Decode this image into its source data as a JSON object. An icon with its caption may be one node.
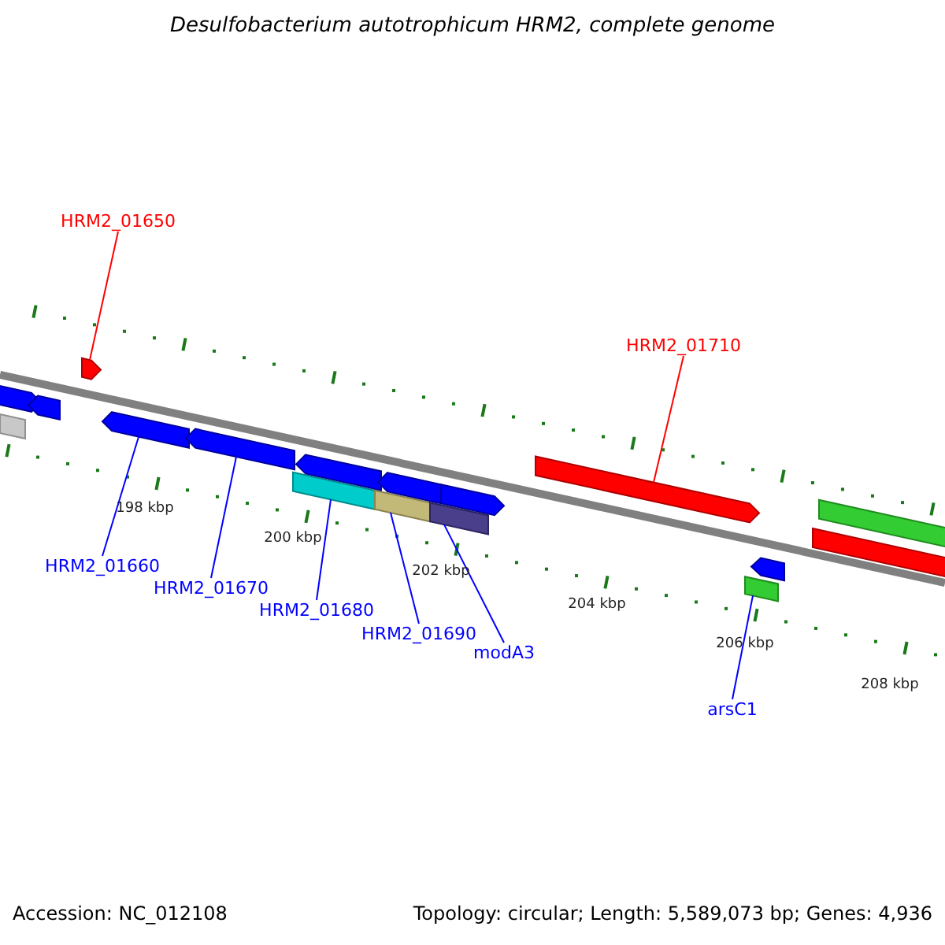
{
  "diagram": {
    "title": "Desulfobacterium autotrophicum HRM2, complete genome",
    "nodes": [
      {
        "text": [
          "HRM2_01650"
        ]
      },
      {
        "text": [],
        "shape": "bar"
      },
      {
        "text": [
          "HRM2_01710"
        ]
      },
      {
        "text": [],
        "shape": "bar"
      },
      {
        "text": [],
        "shape": "bar"
      },
      {
        "text": [],
        "shape": "bar"
      },
      {
        "text": [],
        "shape": "bar"
      },
      {
        "text": [],
        "shape": "bar"
      },
      {
        "text": [],
        "shape": "bar"
      },
      {
        "text": [],
        "shape": "bar"
      },
      {
        "text": [
          "HRM2_01660"
        ]
      },
      {
        "text": [
          "HRM2_01670"
        ]
      },
      {
        "text": [
          "HRM2_01680"
        ]
      },
      {
        "text": [
          "HRM2_01690"
        ]
      },
      {
        "text": [
          "modA3"
        ]
      },
      {
        "text": [
          "arsC1"
        ]
      },
      {
        "text": [],
        "shape": "bar"
      },
      {
        "text": [],
        "shape": "bar"
      },
      {
        "text": [],
        "shape": "bar"
      },
      {
        "text": [],
        "shape": "bar"
      },
      {
        "text": [],
        "shape": "bar"
      },
      {
        "text": [],
        "shape": "bar"
      },
      {
        "text": [],
        "shape": "bar"
      },
      {
        "text": [],
        "shape": "bar"
      },
      {
        "text": [],
        "shape": "bar"
      }
    ],
    "edges": [
      {
        "from": 0,
        "to": 1,
        "arrow": "none",
        "color": "#ff0000"
      },
      {
        "from": 2,
        "to": 3,
        "arrow": "none",
        "color": "#ff0000"
      },
      {
        "from": 10,
        "to": 4,
        "arrow": "none"
      },
      {
        "from": 11,
        "to": 5,
        "arrow": "none"
      },
      {
        "from": 12,
        "to": 6,
        "arrow": "none"
      },
      {
        "from": 13,
        "to": 7,
        "arrow": "none"
      },
      {
        "from": 14,
        "to": 8,
        "arrow": "none"
      },
      {
        "from": 15,
        "to": 9,
        "arrow": "none"
      }
    ],
    "labels": [
      "198 kbp",
      "200 kbp",
      "202 kbp",
      "204 kbp",
      "206 kbp",
      "208 kbp",
      "Accession: NC_012108",
      "Topology: circular; Length: 5,589,073 bp; Genes: 4,936"
    ]
  }
}
